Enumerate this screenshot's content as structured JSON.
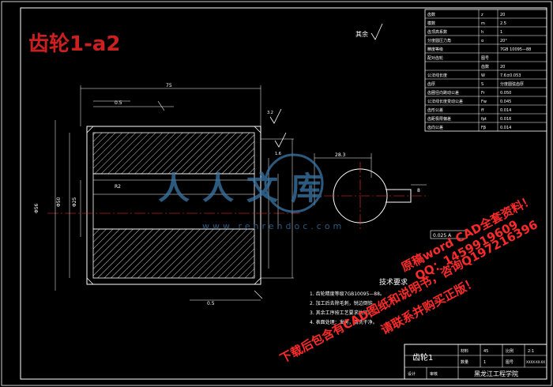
{
  "title_overlay": "齿轮1-a2",
  "roughness_note": "其余",
  "tech_req": {
    "heading": "技术要求",
    "items": [
      "1. 齿轮精度等级7GB10095—88。",
      "2. 加工后去除毛刺，锐边倒钝。",
      "3. 其余工序按工艺要求执行。",
      "4. 表面处理：发黑，清洗干净。"
    ]
  },
  "param_table": {
    "rows": [
      [
        "齿数",
        "z",
        "20"
      ],
      [
        "模数",
        "m",
        "2.5"
      ],
      [
        "齿顶高系数",
        "h",
        "1"
      ],
      [
        "分度圆压力角",
        "α",
        "20°"
      ],
      [
        "精度等级",
        "",
        "7GB 10095—88"
      ],
      [
        "配对齿轮",
        "图号",
        ""
      ],
      [
        "",
        "齿数",
        "20"
      ],
      [
        "公法线长度",
        "W",
        "7.6±0.053"
      ],
      [
        "齿厚",
        "S",
        "分度圆弦齿厚"
      ],
      [
        "齿圈径向跳动公差",
        "Fr",
        "0.050"
      ],
      [
        "公法线长度变动公差",
        "Fw",
        "0.045"
      ],
      [
        "齿形公差",
        "ff",
        "0.014"
      ],
      [
        "齿距极限偏差",
        "fpt",
        "0.016"
      ],
      [
        "齿向公差",
        "Fβ",
        "0.014"
      ]
    ]
  },
  "title_block": {
    "part_name": "齿轮1",
    "company": "黑龙江工程学院",
    "labels": [
      "材料",
      "比例",
      "数量",
      "图号",
      "设计",
      "审核"
    ],
    "values": [
      "45",
      "2:1",
      "1",
      "XXXX-XX-XX"
    ]
  },
  "dimensions": {
    "overall_length": "75",
    "chamfer_left": "0.5",
    "chamfer_right": "0.5",
    "od": "Φ56",
    "pd": "Φ50",
    "bore": "Φ25",
    "key_width": "8",
    "key_depth": "28.3",
    "radius": "R2",
    "roughness_a": "3.2",
    "roughness_b": "1.6",
    "tol_frame": "0.025 A"
  },
  "watermark": {
    "logo": "人人文库",
    "url": "www.renrendoc.com",
    "line1": "下载后包含有CAD图纸和说明书，咨询Q197216396",
    "line2": "原稿word  CAD全套资料！",
    "line3": "QQ：1459919609",
    "line4": "请联系并购买正版！"
  },
  "colors": {
    "background": "#000000",
    "frame": "#ffffff",
    "title_overlay": "#cc2020",
    "hatch": "#ffffff",
    "center_line": "#ff3333",
    "watermark_text": "#ff2a2a",
    "logo": "#3a78a8"
  }
}
